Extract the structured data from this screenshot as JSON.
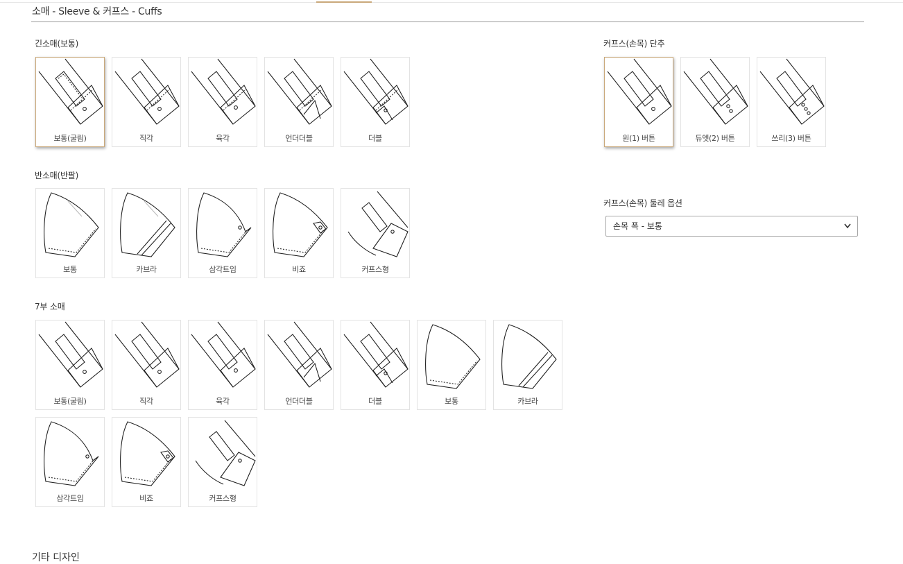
{
  "section": {
    "title": "소매 - Sleeve & 커프스 - Cuffs"
  },
  "long_sleeve": {
    "title": "긴소매(보통)",
    "items": [
      {
        "label": "보통(굴림)",
        "icon": "cuff-rounded-icon"
      },
      {
        "label": "직각",
        "icon": "cuff-square-icon"
      },
      {
        "label": "육각",
        "icon": "cuff-hexagon-icon"
      },
      {
        "label": "언더더블",
        "icon": "cuff-underdouble-icon"
      },
      {
        "label": "더블",
        "icon": "cuff-double-icon"
      }
    ]
  },
  "short_sleeve": {
    "title": "반소매(반팔)",
    "items": [
      {
        "label": "보통",
        "icon": "short-sleeve-plain-icon"
      },
      {
        "label": "카브라",
        "icon": "short-sleeve-cuffed-icon"
      },
      {
        "label": "삼각트임",
        "icon": "short-sleeve-slit-icon"
      },
      {
        "label": "비죠",
        "icon": "short-sleeve-tab-icon"
      },
      {
        "label": "커프스형",
        "icon": "short-sleeve-cuff-type-icon"
      }
    ]
  },
  "three_quarter": {
    "title": "7부 소매",
    "items": [
      {
        "label": "보통(굴림)",
        "icon": "cuff-rounded-icon"
      },
      {
        "label": "직각",
        "icon": "cuff-square-icon"
      },
      {
        "label": "육각",
        "icon": "cuff-hexagon-icon"
      },
      {
        "label": "언더더블",
        "icon": "cuff-underdouble-icon"
      },
      {
        "label": "더블",
        "icon": "cuff-double-icon"
      },
      {
        "label": "보통",
        "icon": "short-sleeve-plain-icon"
      },
      {
        "label": "카브라",
        "icon": "short-sleeve-cuffed-icon"
      },
      {
        "label": "삼각트임",
        "icon": "short-sleeve-slit-icon"
      },
      {
        "label": "비죠",
        "icon": "short-sleeve-tab-icon"
      },
      {
        "label": "커프스형",
        "icon": "short-sleeve-cuff-type-icon"
      }
    ]
  },
  "cuff_buttons": {
    "title": "커프스(손목) 단추",
    "items": [
      {
        "label": "원(1) 버튼",
        "icon": "one-button-cuff-icon"
      },
      {
        "label": "듀엣(2) 버튼",
        "icon": "two-button-cuff-icon"
      },
      {
        "label": "쓰리(3) 버튼",
        "icon": "three-button-cuff-icon"
      }
    ]
  },
  "cuff_circumference": {
    "title": "커프스(손목) 둘레 옵션",
    "selected": "손목 폭 - 보통"
  },
  "other": {
    "title": "기타 디자인"
  },
  "colors": {
    "accent": "#c9a87a",
    "border": "#e3e3e3",
    "text": "#333333"
  }
}
